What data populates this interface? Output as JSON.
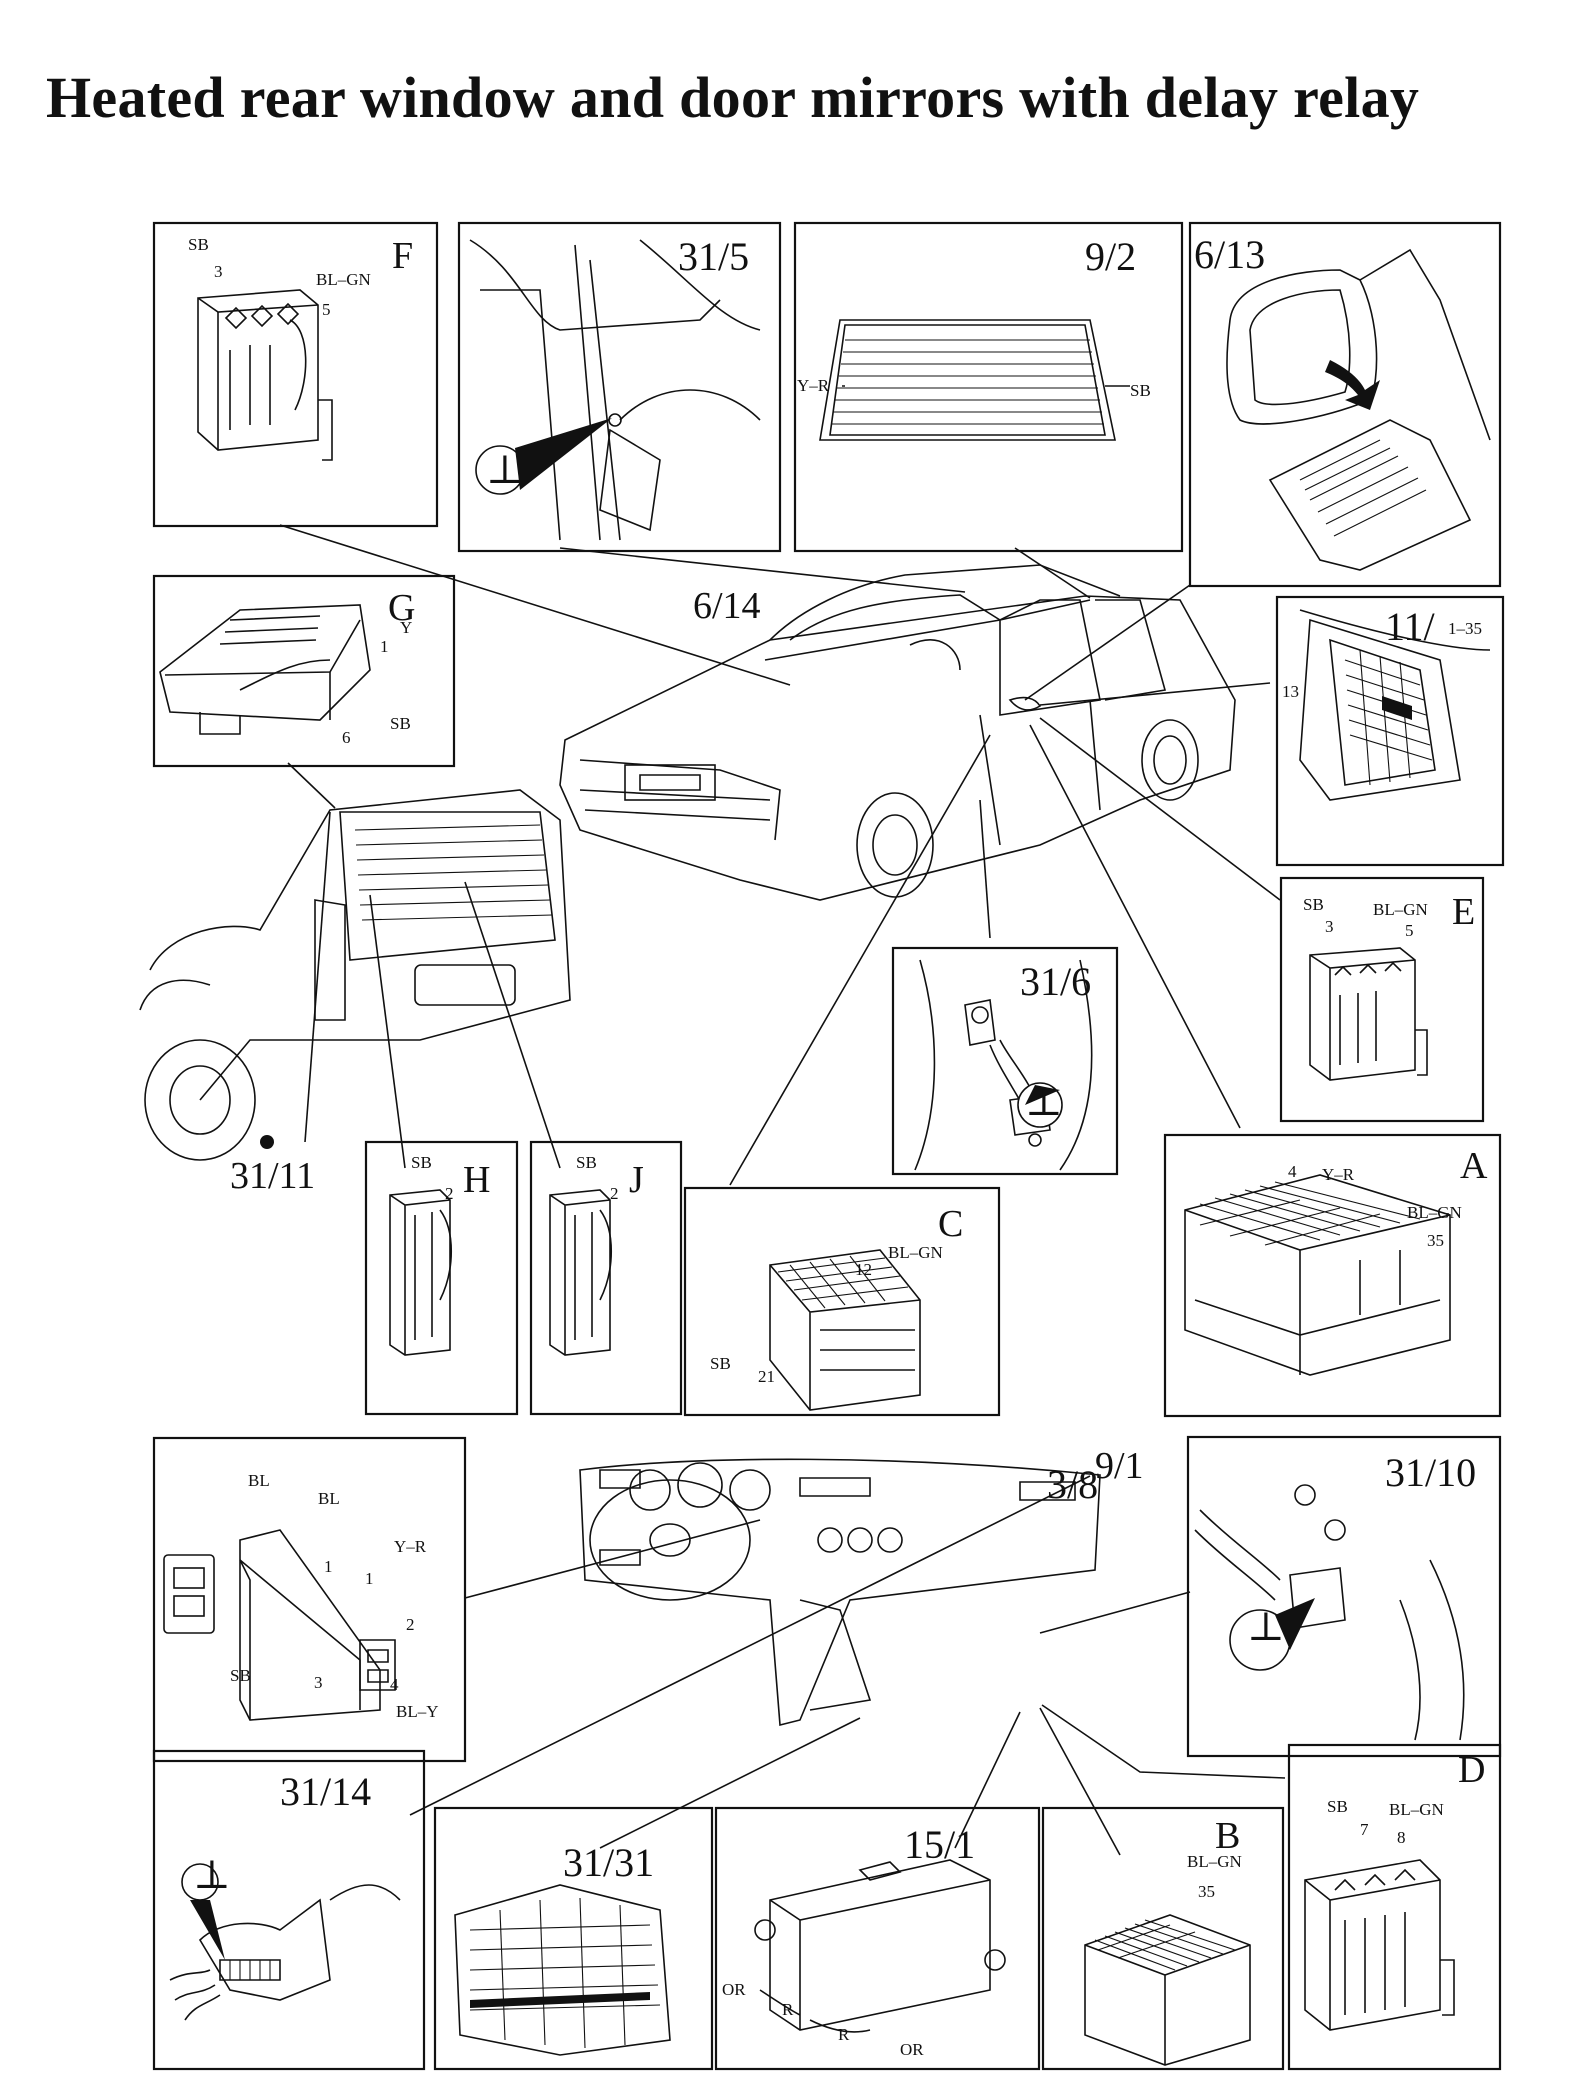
{
  "title": "Heated rear window and door mirrors with delay relay",
  "panels": [
    {
      "key": "F",
      "id": "F",
      "labels": [
        {
          "t": "SB"
        },
        {
          "t": "3"
        },
        {
          "t": "BL–GN"
        },
        {
          "t": "5"
        }
      ]
    },
    {
      "key": "p31_5",
      "id": "31/5",
      "labels": [
        {
          "t": "⊥"
        }
      ]
    },
    {
      "key": "p9_2",
      "id": "9/2",
      "labels": [
        {
          "t": "Y–R"
        },
        {
          "t": "SB"
        }
      ]
    },
    {
      "key": "p6_13",
      "id": "6/13",
      "labels": []
    },
    {
      "key": "G",
      "id": "G",
      "labels": [
        {
          "t": "Y"
        },
        {
          "t": "1"
        },
        {
          "t": "6"
        },
        {
          "t": "SB"
        }
      ]
    },
    {
      "key": "p11",
      "id": "11/",
      "sub": "1–35",
      "labels": [
        {
          "t": "13"
        }
      ]
    },
    {
      "key": "E",
      "id": "E",
      "labels": [
        {
          "t": "SB"
        },
        {
          "t": "3"
        },
        {
          "t": "BL–GN"
        },
        {
          "t": "5"
        }
      ]
    },
    {
      "key": "p31_6",
      "id": "31/6",
      "labels": [
        {
          "t": "⊥"
        }
      ]
    },
    {
      "key": "H",
      "id": "H",
      "labels": [
        {
          "t": "SB"
        },
        {
          "t": "2"
        }
      ]
    },
    {
      "key": "J",
      "id": "J",
      "labels": [
        {
          "t": "SB"
        },
        {
          "t": "2"
        }
      ]
    },
    {
      "key": "C",
      "id": "C",
      "labels": [
        {
          "t": "12"
        },
        {
          "t": "BL–GN"
        },
        {
          "t": "SB"
        },
        {
          "t": "21"
        }
      ]
    },
    {
      "key": "A",
      "id": "A",
      "labels": [
        {
          "t": "4"
        },
        {
          "t": "Y–R"
        },
        {
          "t": "BL–GN"
        },
        {
          "t": "35"
        }
      ]
    },
    {
      "key": "p3_8",
      "id": "3/8",
      "labels": [
        {
          "t": "BL"
        },
        {
          "t": "BL"
        },
        {
          "t": "Y–R"
        },
        {
          "t": "1"
        },
        {
          "t": "1"
        },
        {
          "t": "2"
        },
        {
          "t": "SB"
        },
        {
          "t": "3"
        },
        {
          "t": "4"
        },
        {
          "t": "BL–Y"
        }
      ]
    },
    {
      "key": "p31_10",
      "id": "31/10",
      "labels": [
        {
          "t": "⊥"
        }
      ]
    },
    {
      "key": "p31_14",
      "id": "31/14",
      "labels": [
        {
          "t": "⊥"
        }
      ]
    },
    {
      "key": "p31_31",
      "id": "31/31",
      "labels": []
    },
    {
      "key": "p15_1",
      "id": "15/1",
      "labels": [
        {
          "t": "OR"
        },
        {
          "t": "R"
        },
        {
          "t": "R"
        },
        {
          "t": "OR"
        }
      ]
    },
    {
      "key": "B",
      "id": "B",
      "labels": [
        {
          "t": "BL–GN"
        },
        {
          "t": "35"
        }
      ]
    },
    {
      "key": "D",
      "id": "D",
      "labels": [
        {
          "t": "SB"
        },
        {
          "t": "7"
        },
        {
          "t": "BL–GN"
        },
        {
          "t": "8"
        }
      ]
    }
  ],
  "free_labels": [
    {
      "key": "car",
      "t": "6/14"
    },
    {
      "key": "wagon",
      "t": "31/11"
    },
    {
      "key": "dash",
      "t": "9/1"
    }
  ]
}
